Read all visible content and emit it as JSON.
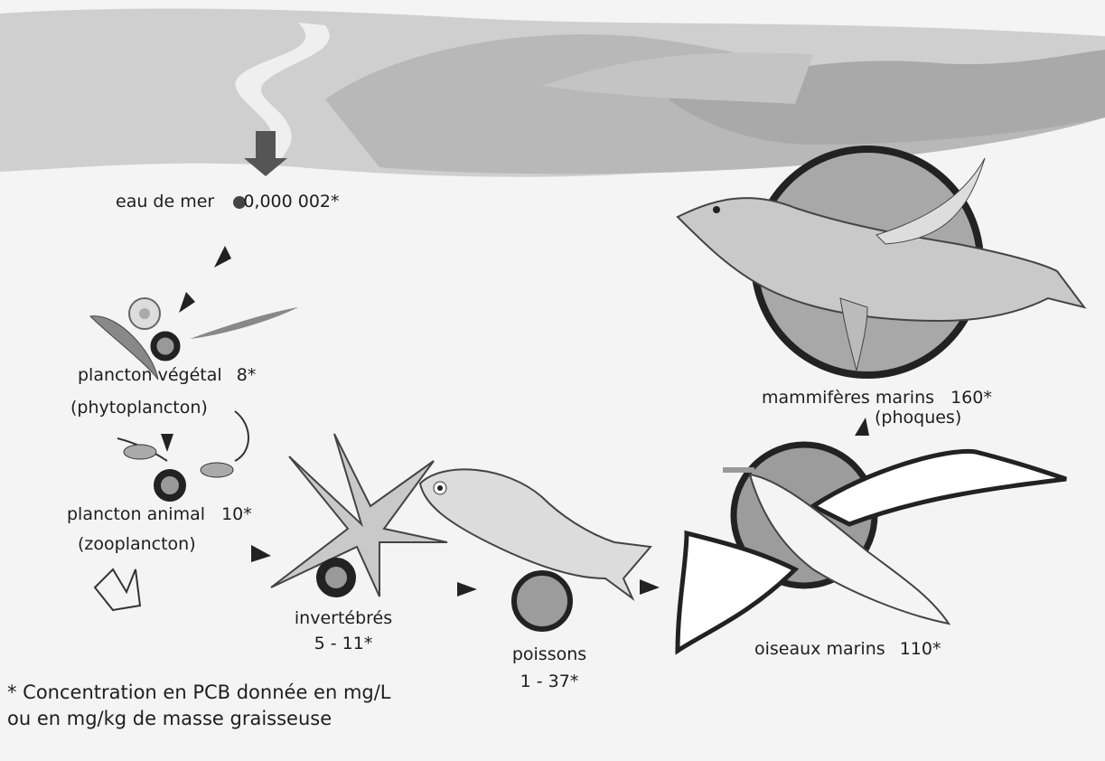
{
  "sources": {
    "seawater": {
      "label": "eau de mer",
      "value": "0,000 002*"
    }
  },
  "organisms": {
    "phytoplankton": {
      "label": "plancton végétal",
      "value": "8*",
      "sublabel": "(phytoplancton)"
    },
    "zooplankton": {
      "label": "plancton animal",
      "value": "10*",
      "sublabel": "(zooplancton)"
    },
    "invertebrates": {
      "label": "invertébrés",
      "value": "5 - 11*"
    },
    "fish": {
      "label": "poissons",
      "value": "1 - 37*"
    },
    "seabirds": {
      "label": "oiseaux marins",
      "value": "110*"
    },
    "marine_mammals": {
      "label": "mammifères marins",
      "value": "160*",
      "sublabel": "(phoques)"
    }
  },
  "footnote": {
    "line1": "* Concentration en PCB donnée en mg/L",
    "line2": "ou en mg/kg de masse graisseuse"
  },
  "colors": {
    "background": "#f4f4f4",
    "landscape": "#bdbdbd",
    "ring": "#222222",
    "disk": "#9c9c9c"
  }
}
